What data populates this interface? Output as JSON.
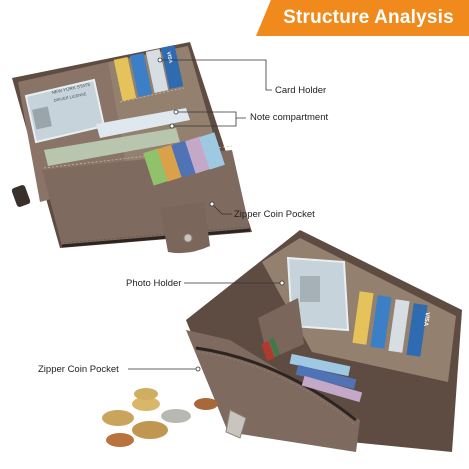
{
  "banner": {
    "title": "Structure Analysis"
  },
  "callouts": {
    "card_holder": "Card Holder",
    "note_compartment": "Note compartment",
    "zipper_coin_pocket_top": "Zipper Coin Pocket",
    "photo_holder": "Photo Holder",
    "zipper_coin_pocket_bottom": "Zipper Coin Pocket"
  },
  "colors": {
    "banner": "#f08a1c",
    "leather": "#8a7468",
    "leather_dark": "#5e4c43",
    "edge_dark": "#3a302b",
    "coin_gold": "#c9a45a",
    "coin_copper": "#b8733e",
    "coin_silver": "#b8b8b2"
  },
  "cards": {
    "brand": "VISA",
    "license_label": "DRIVER LICENSE",
    "license_state": "NEW YORK STATE"
  }
}
